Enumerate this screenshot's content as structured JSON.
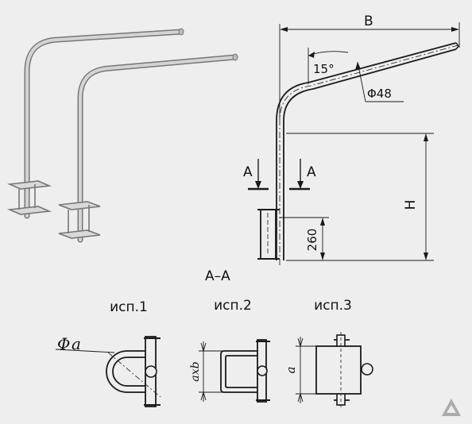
{
  "labels": {
    "width_B": "B",
    "angle": "15°",
    "pipe_diameter": "Φ48",
    "height_H": "H",
    "mount_height": "260",
    "section_mark": "A",
    "section_title": "A–A",
    "variant_1": "исп.1",
    "variant_2": "исп.2",
    "variant_3": "исп.3",
    "clamp_diameter_prefix": "Φ",
    "clamp_diameter_var": "a",
    "rect_size": "axb",
    "square_size": "a"
  },
  "colors": {
    "background": "#eeeeee",
    "line": "#1a1a1a",
    "pipe_light": "#d4d4d4",
    "pipe_dark": "#777777"
  }
}
